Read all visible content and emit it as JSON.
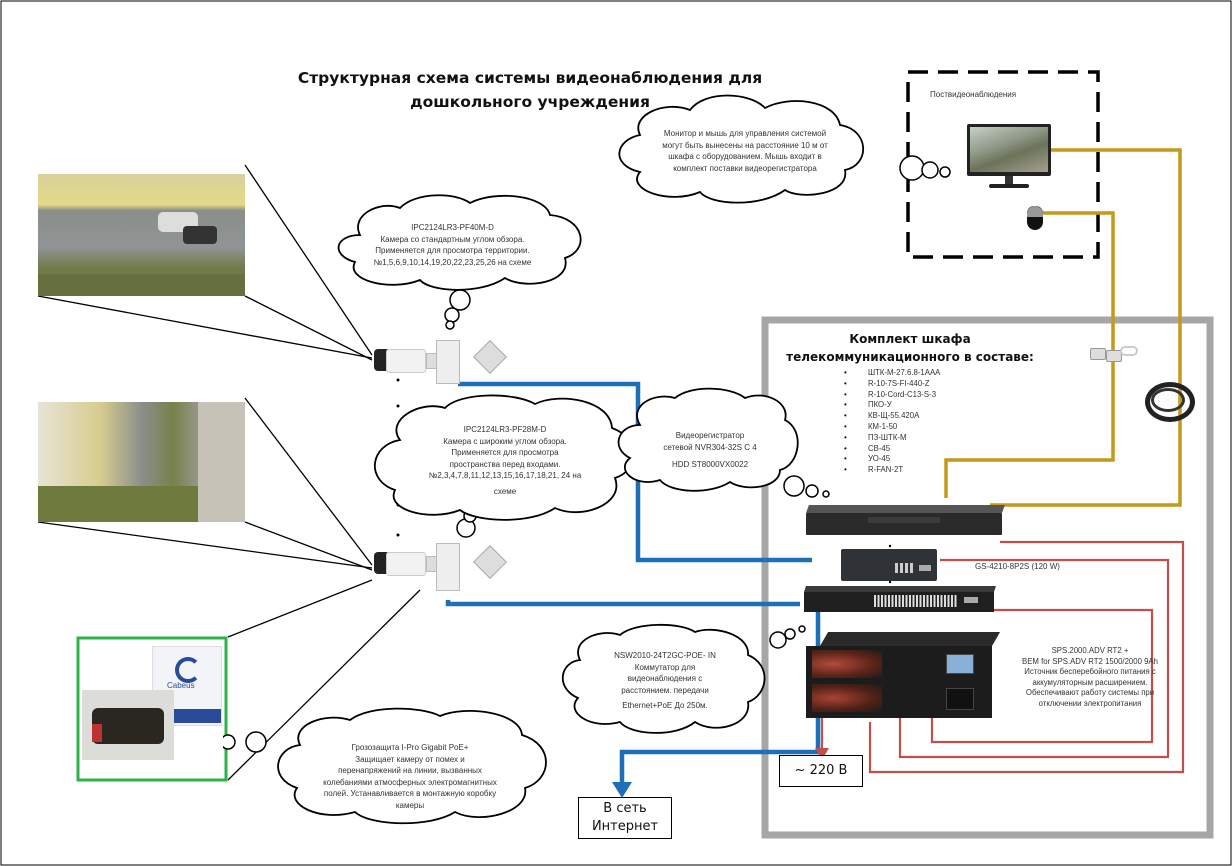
{
  "title": {
    "line1": "Структурная схема системы видеонаблюдения для",
    "line2": "дошкольного учреждения"
  },
  "monitor_post": {
    "label": "Поствидеонаблюдения"
  },
  "clouds": {
    "monitor_note": {
      "lines": [
        "Монитор и мышь для управления системой",
        "могут быть вынесены на расстояние 10 м от",
        "шкафа с оборудованием. Мышь входит в",
        "комплект поставки видеорегистратора"
      ]
    },
    "camera_standard": {
      "lines": [
        "IPC2124LR3-PF40M-D",
        "Камера со стандартным углом обзора.",
        "Применяется для просмотра территории.",
        "№1,5,6,9,10,14,19,20,22,23,25,26 на схеме"
      ]
    },
    "camera_wide": {
      "lines": [
        "IPC2124LR3-PF28M-D",
        "Камера с широким углом обзора.",
        "Применяется для просмотра",
        "пространства перед входами.",
        "№2,3,4,7,8,11,12,13,15,16,17,18,21, 24 на",
        "схеме"
      ]
    },
    "nvr": {
      "lines": [
        "Видеорегистратор",
        "сетевой NVR304-32S C 4",
        "HDD ST8000VX0022"
      ]
    },
    "switch": {
      "lines": [
        "NSW2010-24T2GC-POE- IN",
        "Коммутатор для",
        "видеонаблюдения с",
        "расстоянием. передачи",
        "Ethernet+PoE До 250м."
      ]
    },
    "surge": {
      "lines": [
        "Грозозащита I-Pro Gigabit PoE+",
        "Защищает камеру от помех и",
        "перенапряжений на линии, вызванных",
        "колебаниями атмосферных электромагнитных",
        "полей. Устанавливается в монтажную коробку",
        "камеры"
      ]
    }
  },
  "cabinet": {
    "title_line1": "Комплект шкафа",
    "title_line2": "телекоммуникационного в составе:",
    "items": [
      "ШТК-М-27.6.8-1ААА",
      "R-10-7S-FI-440-Z",
      "R-10-Cord-C13-S-3",
      "ПКО-У",
      "КВ-Щ-55.420А",
      "КМ-1-50",
      "ПЗ-ШТК-М",
      "СВ-45",
      "УО-45",
      "R-FAN-2T"
    ]
  },
  "devices": {
    "poe_switch_label": "GS-4210-8P2S (120 W)",
    "ups": {
      "lines": [
        "SPS.2000.ADV RT2 +",
        "BEM for SPS.ADV RT2 1500/2000 9Ah",
        "Источник бесперебойного питания с",
        "аккумуляторным расширением.",
        "Обеспечивают работу системы при",
        "отключении электропитания"
      ]
    }
  },
  "boxes": {
    "power": "~ 220 В",
    "internet_line1": "В сеть",
    "internet_line2": "Интернет"
  },
  "photos": {
    "camera_view_1": "camera-view-street",
    "camera_view_2": "camera-view-entrance",
    "surge_protector": "Cabeus"
  },
  "colors": {
    "network_cable": "#1d6fb8",
    "usb_cable": "#c49a1c",
    "power_cable": "#c0504d",
    "cabinet_border": "#a6a6a6",
    "surge_frame": "#2db34a"
  }
}
